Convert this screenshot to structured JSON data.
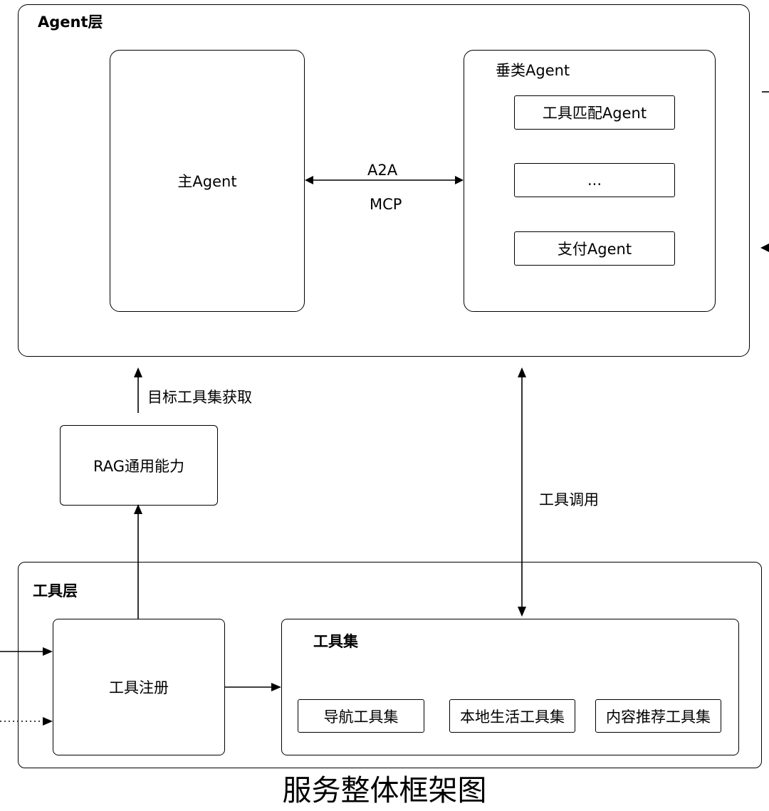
{
  "agent_layer": {
    "title": "Agent层",
    "main_agent": "主Agent",
    "vertical": {
      "title": "垂类Agent",
      "items": [
        "工具匹配Agent",
        "...",
        "支付Agent"
      ]
    },
    "protocol_top": "A2A",
    "protocol_bottom": "MCP"
  },
  "target_toolset_label": "目标工具集获取",
  "rag": "RAG通用能力",
  "tool_call_label": "工具调用",
  "tool_layer": {
    "title": "工具层",
    "registration": "工具注册",
    "toolset": {
      "title": "工具集",
      "items": [
        "导航工具集",
        "本地生活工具集",
        "内容推荐工具集"
      ]
    }
  },
  "caption": "服务整体框架图"
}
